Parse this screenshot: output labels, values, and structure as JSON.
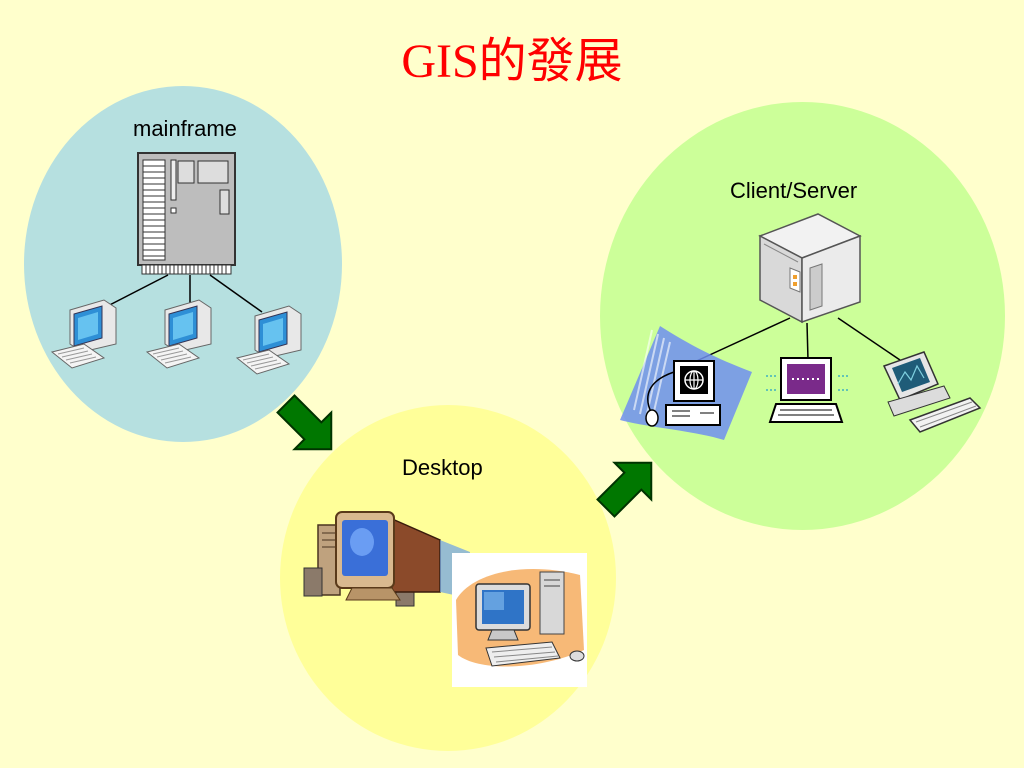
{
  "title": "GIS的發展",
  "stages": {
    "mainframe": {
      "label": "mainframe"
    },
    "desktop": {
      "label": "Desktop"
    },
    "client_server": {
      "label": "Client/Server"
    }
  },
  "colors": {
    "background": "#ffffcc",
    "title": "#ff0000",
    "mainframe_circle": "#b6e0e0",
    "desktop_circle": "#ffff99",
    "client_server_circle": "#ccff99",
    "arrow": "#007700"
  },
  "icons": [
    "mainframe-cabinet-icon",
    "terminal-computer-icon",
    "desktop-computer-icon",
    "server-tower-icon",
    "web-workstation-icon",
    "laptop-icon",
    "monitor-computer-icon",
    "arrow-icon"
  ]
}
